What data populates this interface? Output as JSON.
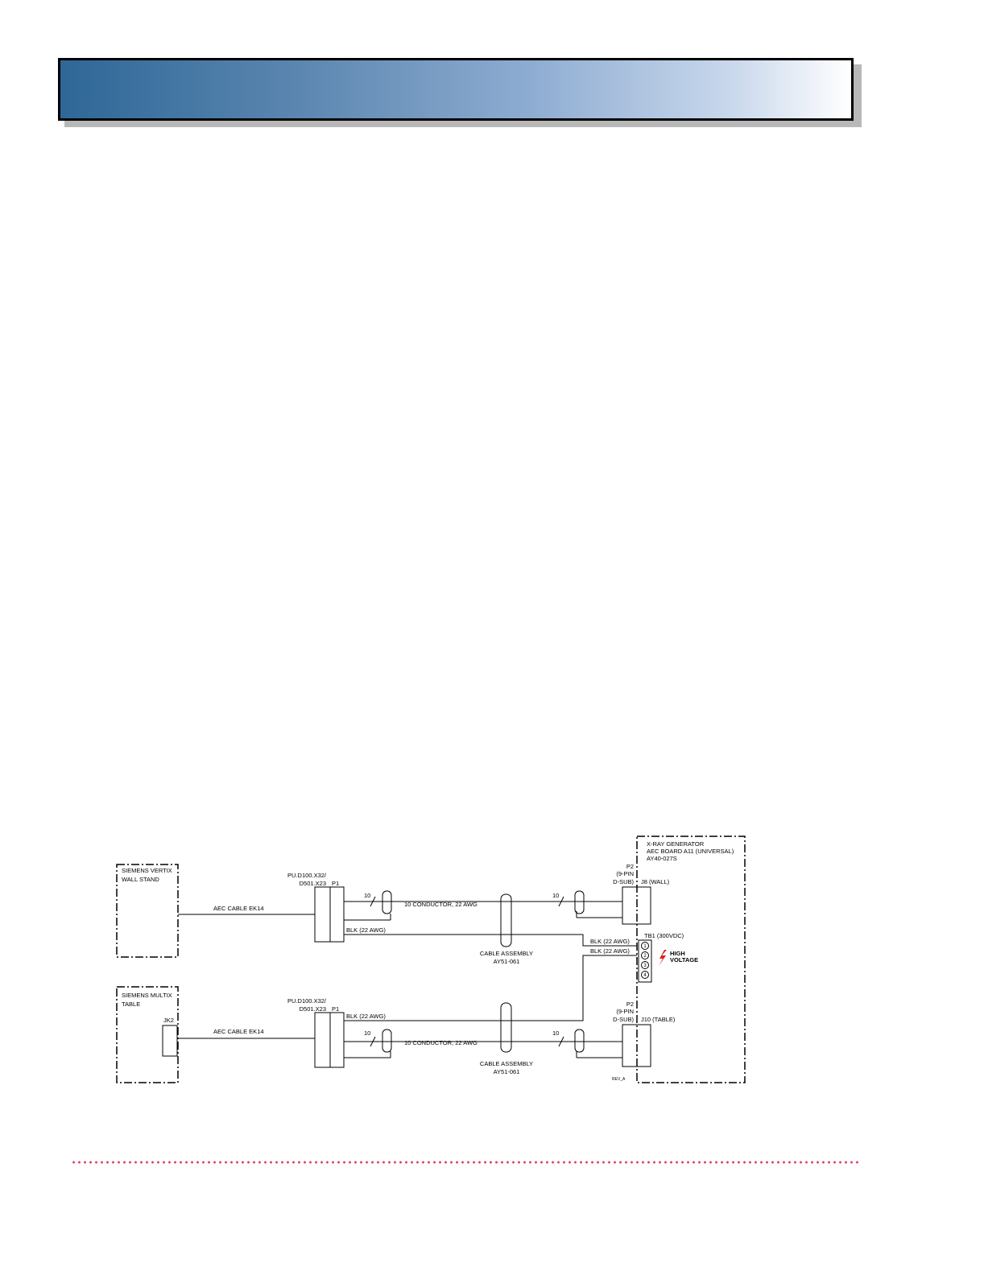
{
  "diagram": {
    "wall_stand": {
      "line1": "SIEMENS VERTIX",
      "line2": "WALL STAND"
    },
    "table": {
      "line1": "SIEMENS MULTIX",
      "line2": "TABLE",
      "jack": "JK2"
    },
    "aec_cable_top": "AEC CABLE EK14",
    "aec_cable_bottom": "AEC CABLE EK14",
    "plug_top": {
      "line1": "PU.D100.X32/",
      "line2": "D501.X23",
      "label": "P1"
    },
    "plug_bottom": {
      "line1": "PU.D100.X32/",
      "line2": "D501.X23",
      "label": "P1"
    },
    "conductor_count": "10",
    "conductor_top": "10 CONDUCTOR, 22 AWG",
    "conductor_bottom": "10 CONDUCTOR, 22 AWG",
    "blk_22awg": "BLK (22 AWG)",
    "cable_assembly_top": {
      "line1": "CABLE ASSEMBLY",
      "line2": "AY51-061"
    },
    "cable_assembly_bottom": {
      "line1": "CABLE ASSEMBLY",
      "line2": "AY51-061"
    },
    "generator": {
      "line1": "X-RAY GENERATOR",
      "line2": "AEC BOARD A11 (UNIVERSAL)",
      "line3": "AY40-027S"
    },
    "p2_top": {
      "line1": "P2",
      "line2": "(9-PIN",
      "line3": "D-SUB)"
    },
    "p2_bottom": {
      "line1": "P2",
      "line2": "(9-PIN",
      "line3": "D-SUB)"
    },
    "j8": "J8 (WALL)",
    "j10": "J10 (TABLE)",
    "tb1": "TB1 (300VDC)",
    "tb1_terminals": [
      "1",
      "2",
      "3",
      "4"
    ],
    "high_voltage": {
      "line1": "HIGH",
      "line2": "VOLTAGE"
    },
    "rev": "REV_A",
    "colors": {
      "high_voltage_icon": "#e02020",
      "footer_dots": "#e0415d"
    }
  }
}
